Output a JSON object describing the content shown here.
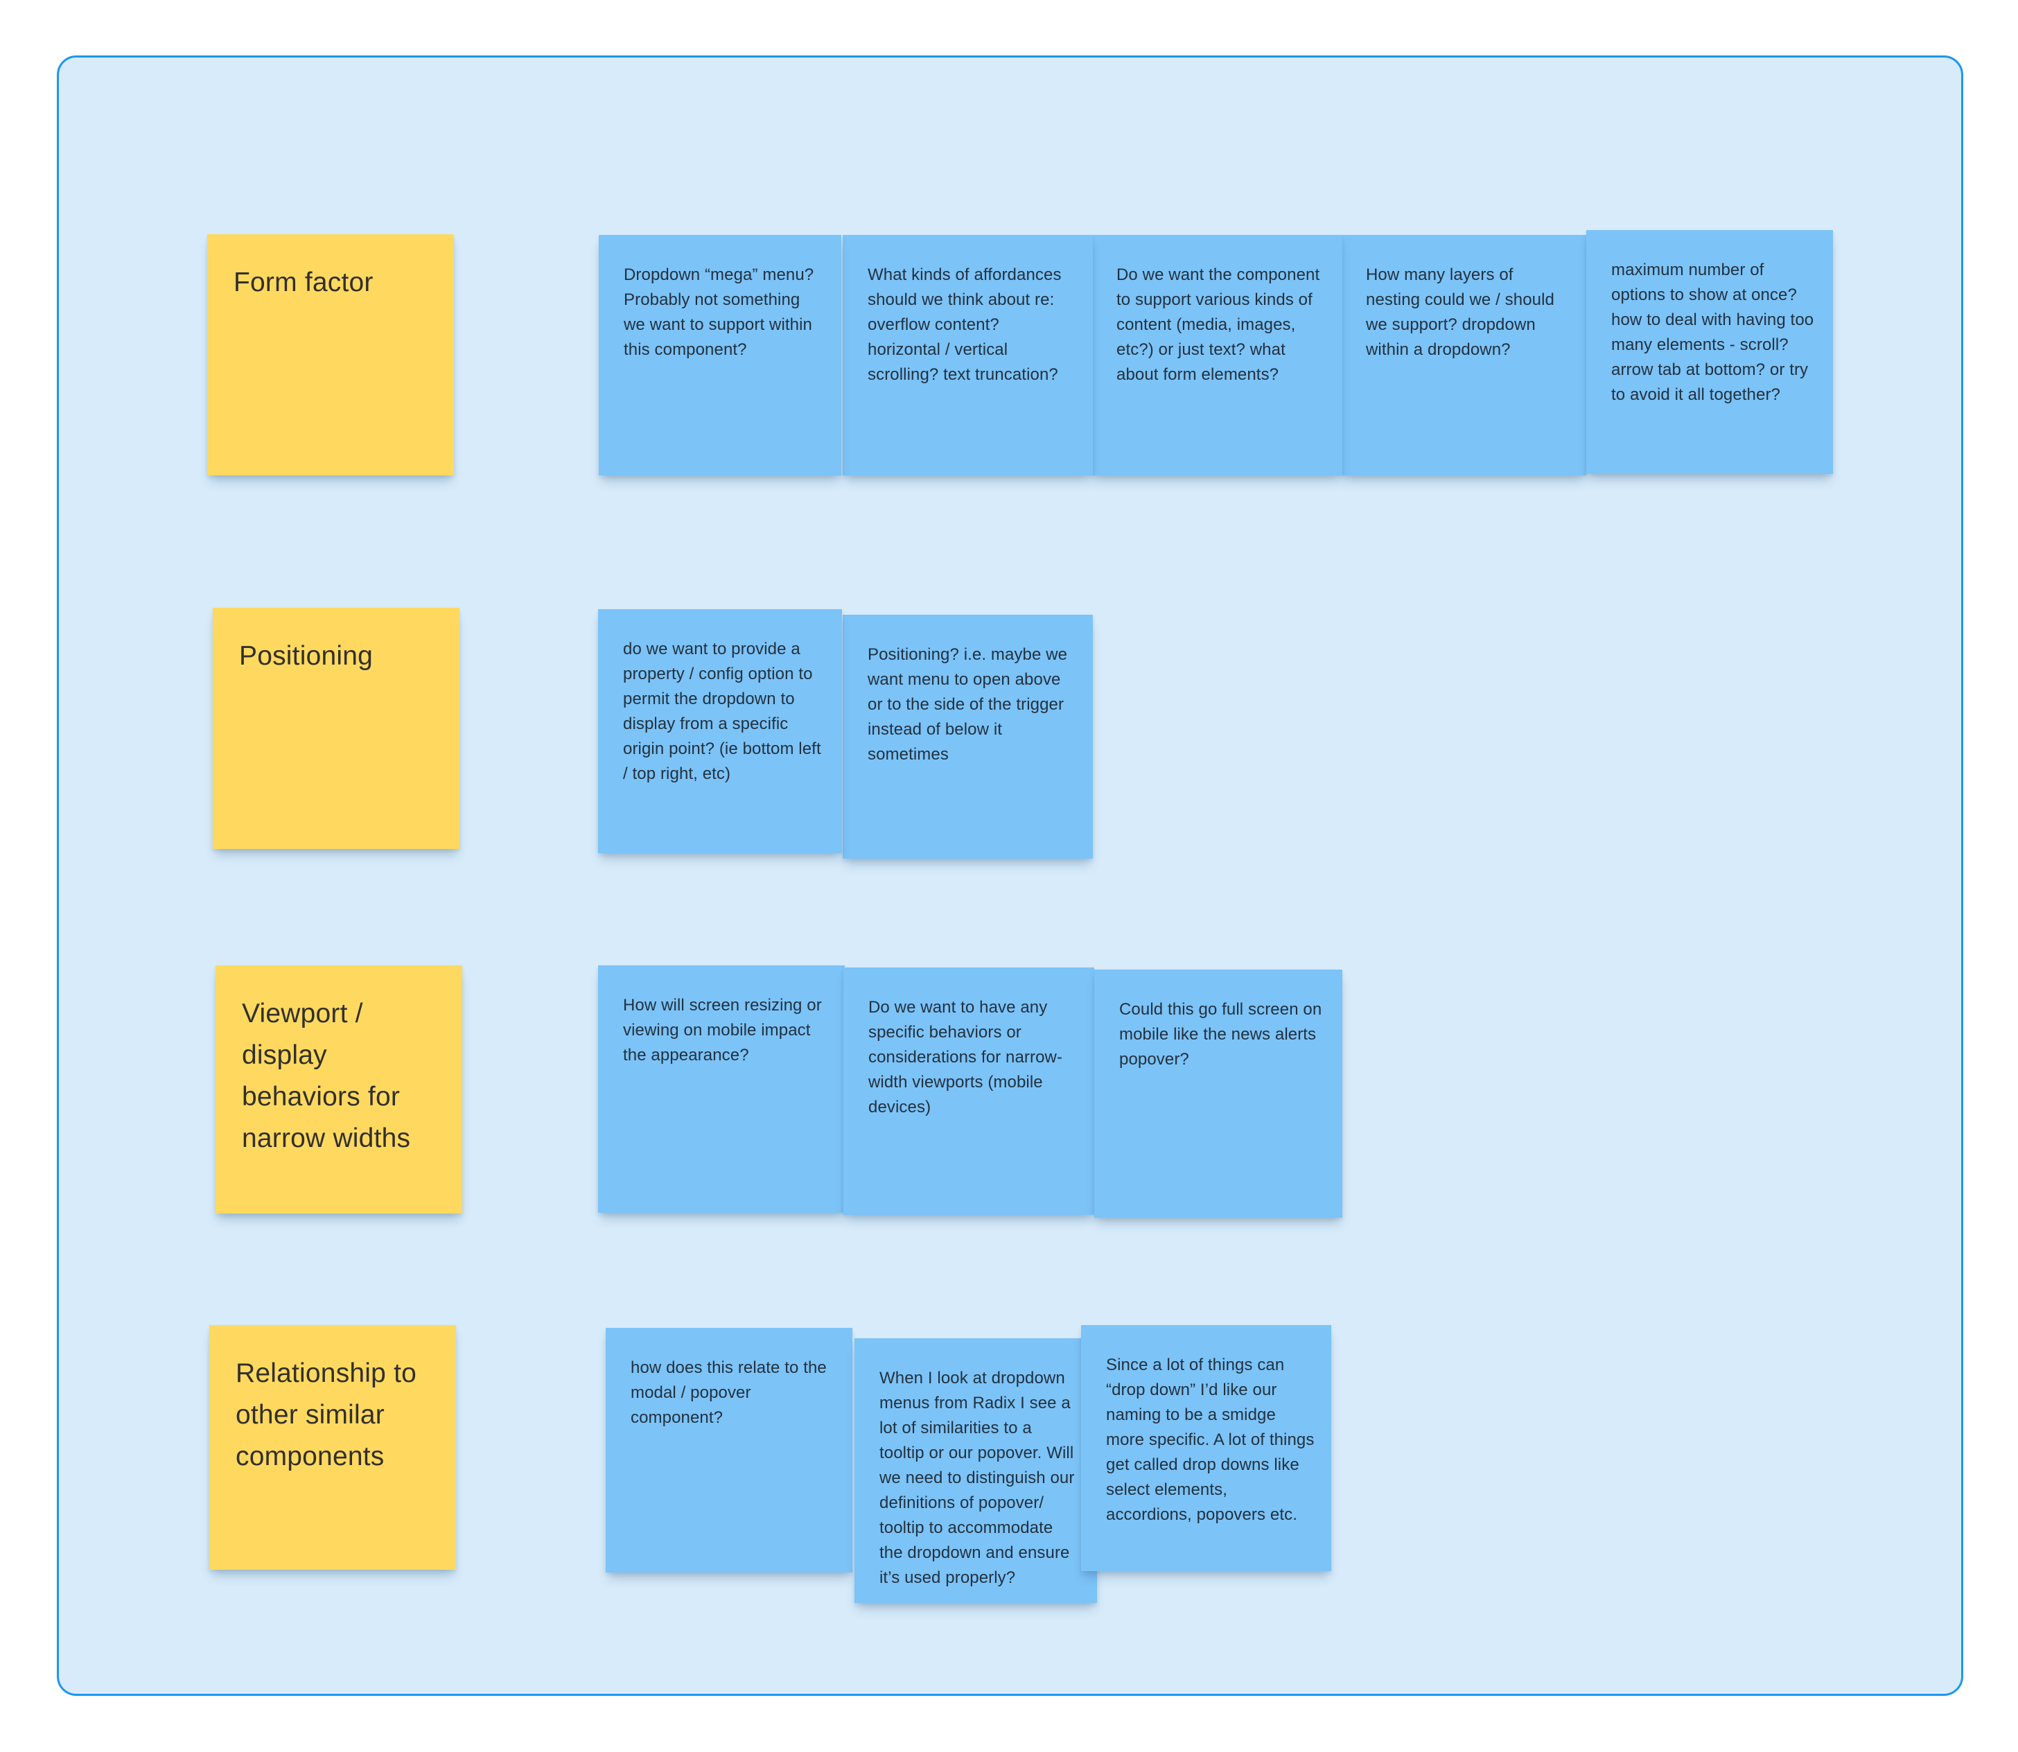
{
  "board": {
    "canvas_color": "#FFFFFF",
    "background_color": "#D7EBFA",
    "border_color": "#1E96F0",
    "yellow_note_color": "#FFD95F",
    "blue_note_color": "#7CC3F7"
  },
  "sections": [
    {
      "label": "Form factor",
      "notes": [
        "Dropdown “mega” menu? Probably not something we want to support within this component?",
        "What kinds of affordances should we think about re: overflow content? horizontal / vertical scrolling? text truncation?",
        "Do we want the component to support various kinds of content (media, images, etc?) or just text? what about form elements?",
        "How many layers of nesting could we / should we support? dropdown within a dropdown?",
        "maximum number of options to show at once? how to deal with having too many elements - scroll? arrow tab at bottom? or try to avoid it all together?"
      ]
    },
    {
      "label": "Positioning",
      "notes": [
        "do we want to provide a property / config option to permit the dropdown to display from a specific origin point? (ie bottom left / top right, etc)",
        "Positioning? i.e. maybe we want menu to open above or to the side of the trigger instead of below it sometimes"
      ]
    },
    {
      "label": "Viewport / display behaviors for narrow widths",
      "notes": [
        "How will screen resizing or viewing on mobile impact the appearance?",
        "Do we want to have any specific behaviors or considerations for narrow-width viewports (mobile devices)",
        "Could this go full screen on mobile like the news alerts popover?"
      ]
    },
    {
      "label": "Relationship to other similar components",
      "notes": [
        "how does this relate to the modal / popover component?",
        "When I look at dropdown menus from Radix I see a lot of similarities to a tooltip or our popover. Will we need to distinguish our definitions of popover/ tooltip to accommodate the dropdown and ensure it’s used properly?",
        "Since a lot of things can “drop down” I’d like our naming to be a smidge more specific. A lot of things get called drop downs like select elements, accordions, popovers etc."
      ]
    }
  ]
}
